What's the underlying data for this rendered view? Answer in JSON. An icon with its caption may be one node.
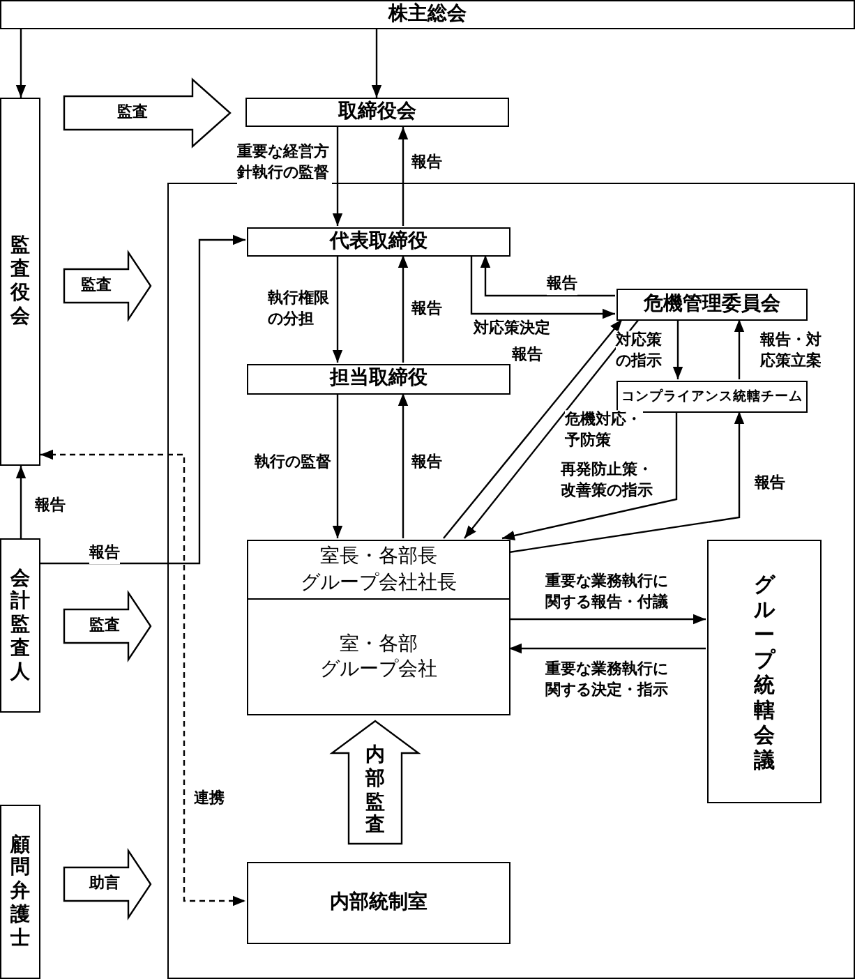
{
  "diagram": {
    "nodes": [
      {
        "text": [
          "株主総会"
        ]
      },
      {
        "text": [
          "監査役会"
        ]
      },
      {
        "text": [
          "取締役会"
        ]
      },
      {
        "text": [],
        "shape": "box"
      },
      {
        "text": [
          "代表取締役"
        ],
        "in": 3
      },
      {
        "text": [
          "危機管理委員会"
        ],
        "in": 3
      },
      {
        "text": [
          "担当取締役"
        ],
        "in": 3
      },
      {
        "text": [
          "コンプライアンス統轄チーム"
        ],
        "in": 3
      },
      {
        "text": [
          "室長・各部長グループ会社社長",
          "室・各部グループ会社"
        ],
        "in": 3
      },
      {
        "text": [
          "グループ統轄会議"
        ],
        "in": 3
      },
      {
        "text": [
          "会計監査人"
        ]
      },
      {
        "text": [
          "顧問弁護士"
        ]
      },
      {
        "text": [
          "内部統制室"
        ],
        "in": 3
      }
    ],
    "edges": [
      {
        "from": 0,
        "to": 1,
        "arrow": "to"
      },
      {
        "from": 0,
        "to": 2,
        "arrow": "to"
      },
      {
        "from": 1,
        "to": 2,
        "arrow": "to",
        "label": "監査",
        "style": "thick"
      },
      {
        "from": 2,
        "to": 4,
        "arrow": "to",
        "label": "重要な経営方針執行の監督"
      },
      {
        "from": 4,
        "to": 2,
        "arrow": "to",
        "label": "報告"
      },
      {
        "from": 1,
        "to": 3,
        "arrow": "to",
        "label": "監査",
        "style": "thick"
      },
      {
        "from": 4,
        "to": 6,
        "arrow": "to",
        "label": "執行権限の分担"
      },
      {
        "from": 6,
        "to": 4,
        "arrow": "to",
        "label": "報告"
      },
      {
        "from": 4,
        "to": 5,
        "arrow": "to",
        "label": "対応策決定"
      },
      {
        "from": 5,
        "to": 4,
        "arrow": "to",
        "label": "報告"
      },
      {
        "from": 5,
        "to": 7,
        "arrow": "to",
        "label": "対応策の指示"
      },
      {
        "from": 7,
        "to": 5,
        "arrow": "to",
        "label": "報告・対応策立案"
      },
      {
        "from": 6,
        "to": 8,
        "arrow": "to",
        "label": "執行の監督"
      },
      {
        "from": 8,
        "to": 6,
        "arrow": "to",
        "label": "報告"
      },
      {
        "from": 8,
        "to": 5,
        "arrow": "to",
        "label": "報告"
      },
      {
        "from": 5,
        "to": 8,
        "arrow": "to",
        "label": "危機対応・予防策"
      },
      {
        "from": 7,
        "to": 8,
        "arrow": "to",
        "label": "再発防止策・改善策の指示"
      },
      {
        "from": 8,
        "to": 7,
        "arrow": "to",
        "label": "報告"
      },
      {
        "from": 8,
        "to": 9,
        "arrow": "to",
        "label": "重要な業務執行に関する報告・付議"
      },
      {
        "from": 9,
        "to": 8,
        "arrow": "to",
        "label": "重要な業務執行に関する決定・指示"
      },
      {
        "from": 10,
        "to": 1,
        "arrow": "to",
        "label": "報告"
      },
      {
        "from": 10,
        "to": 4,
        "arrow": "to",
        "label": "報告"
      },
      {
        "from": 1,
        "to": 12,
        "arrow": "both",
        "label": "連携",
        "style": "dashed"
      },
      {
        "from": 10,
        "to": 3,
        "arrow": "to",
        "label": "監査",
        "style": "thick"
      },
      {
        "from": 11,
        "to": 3,
        "arrow": "to",
        "label": "助言",
        "style": "thick"
      },
      {
        "from": 12,
        "to": 8,
        "arrow": "to",
        "label": "内部監査",
        "style": "thick"
      }
    ]
  }
}
